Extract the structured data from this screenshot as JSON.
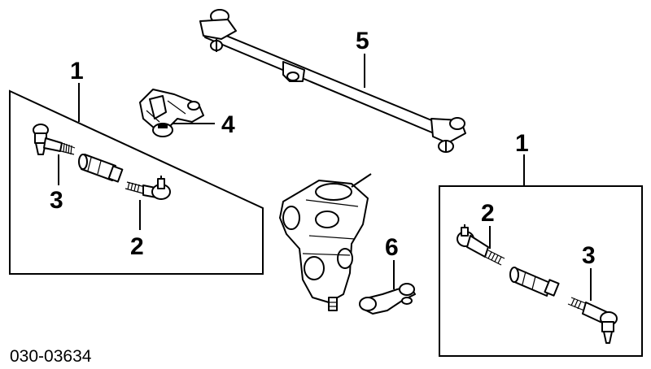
{
  "callouts": {
    "left_box_label": "1",
    "left_box_part_3": "3",
    "left_box_part_2": "2",
    "right_box_label": "1",
    "right_box_part_2": "2",
    "right_box_part_3": "3",
    "idler_arm": "4",
    "center_link": "5",
    "pitman_arm": "6"
  },
  "diagram_id": "030-03634"
}
